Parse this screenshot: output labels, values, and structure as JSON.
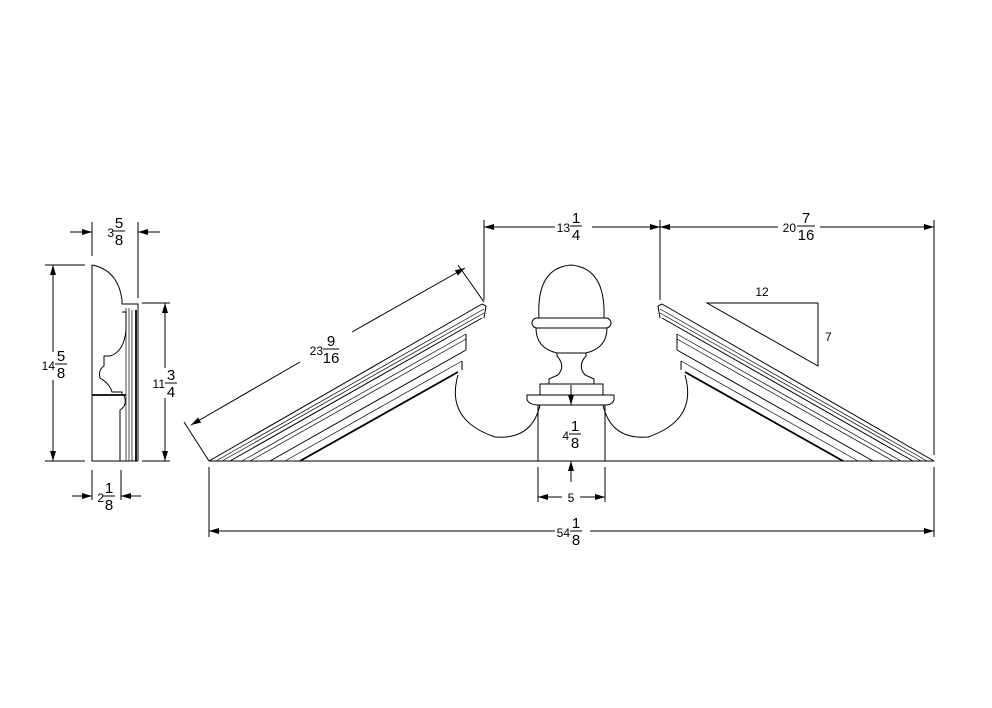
{
  "drawing": {
    "profile": {
      "top_width": {
        "whole": "3",
        "num": "5",
        "den": "8"
      },
      "overall_height": {
        "whole": "14",
        "num": "5",
        "den": "8"
      },
      "inner_height": {
        "whole": "11",
        "num": "3",
        "den": "4"
      },
      "base_width": {
        "whole": "2",
        "num": "1",
        "den": "8"
      }
    },
    "elevation": {
      "center_gap": {
        "whole": "13",
        "num": "1",
        "den": "4"
      },
      "right_run": {
        "whole": "20",
        "num": "7",
        "den": "16"
      },
      "slope_length": {
        "whole": "23",
        "num": "9",
        "den": "16"
      },
      "plinth_height": {
        "whole": "4",
        "num": "1",
        "den": "8"
      },
      "plinth_width": "5",
      "overall_width": {
        "whole": "54",
        "num": "1",
        "den": "8"
      },
      "pitch_run": "12",
      "pitch_rise": "7"
    }
  }
}
